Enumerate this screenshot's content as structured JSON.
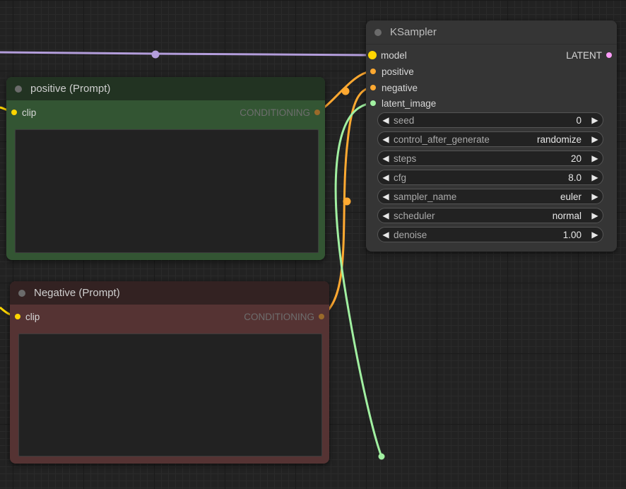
{
  "ksampler": {
    "title": "KSampler",
    "inputs": [
      {
        "label": "model",
        "color": "#ffd500"
      },
      {
        "label": "positive",
        "color": "#ffa931"
      },
      {
        "label": "negative",
        "color": "#ffa931"
      },
      {
        "label": "latent_image",
        "color": "#a1f0a1"
      }
    ],
    "output": {
      "label": "LATENT",
      "color": "#ff9cf9"
    },
    "widgets": [
      {
        "label": "seed",
        "value": "0"
      },
      {
        "label": "control_after_generate",
        "value": "randomize"
      },
      {
        "label": "steps",
        "value": "20"
      },
      {
        "label": "cfg",
        "value": "8.0"
      },
      {
        "label": "sampler_name",
        "value": "euler"
      },
      {
        "label": "scheduler",
        "value": "normal"
      },
      {
        "label": "denoise",
        "value": "1.00"
      }
    ]
  },
  "positive": {
    "title": "positive (Prompt)",
    "input": {
      "label": "clip",
      "color": "#ffd500"
    },
    "output": {
      "label": "CONDITIONING",
      "color": "#ffa931"
    },
    "text": ""
  },
  "negative": {
    "title": "Negative (Prompt)",
    "input": {
      "label": "clip",
      "color": "#ffd500"
    },
    "output": {
      "label": "CONDITIONING",
      "color": "#ffa931"
    },
    "text": ""
  },
  "colors": {
    "model_wire": "#b39ddb",
    "conditioning_wire": "#ffa931",
    "clip_wire": "#ffd500",
    "latent_wire": "#a1f0a1"
  }
}
